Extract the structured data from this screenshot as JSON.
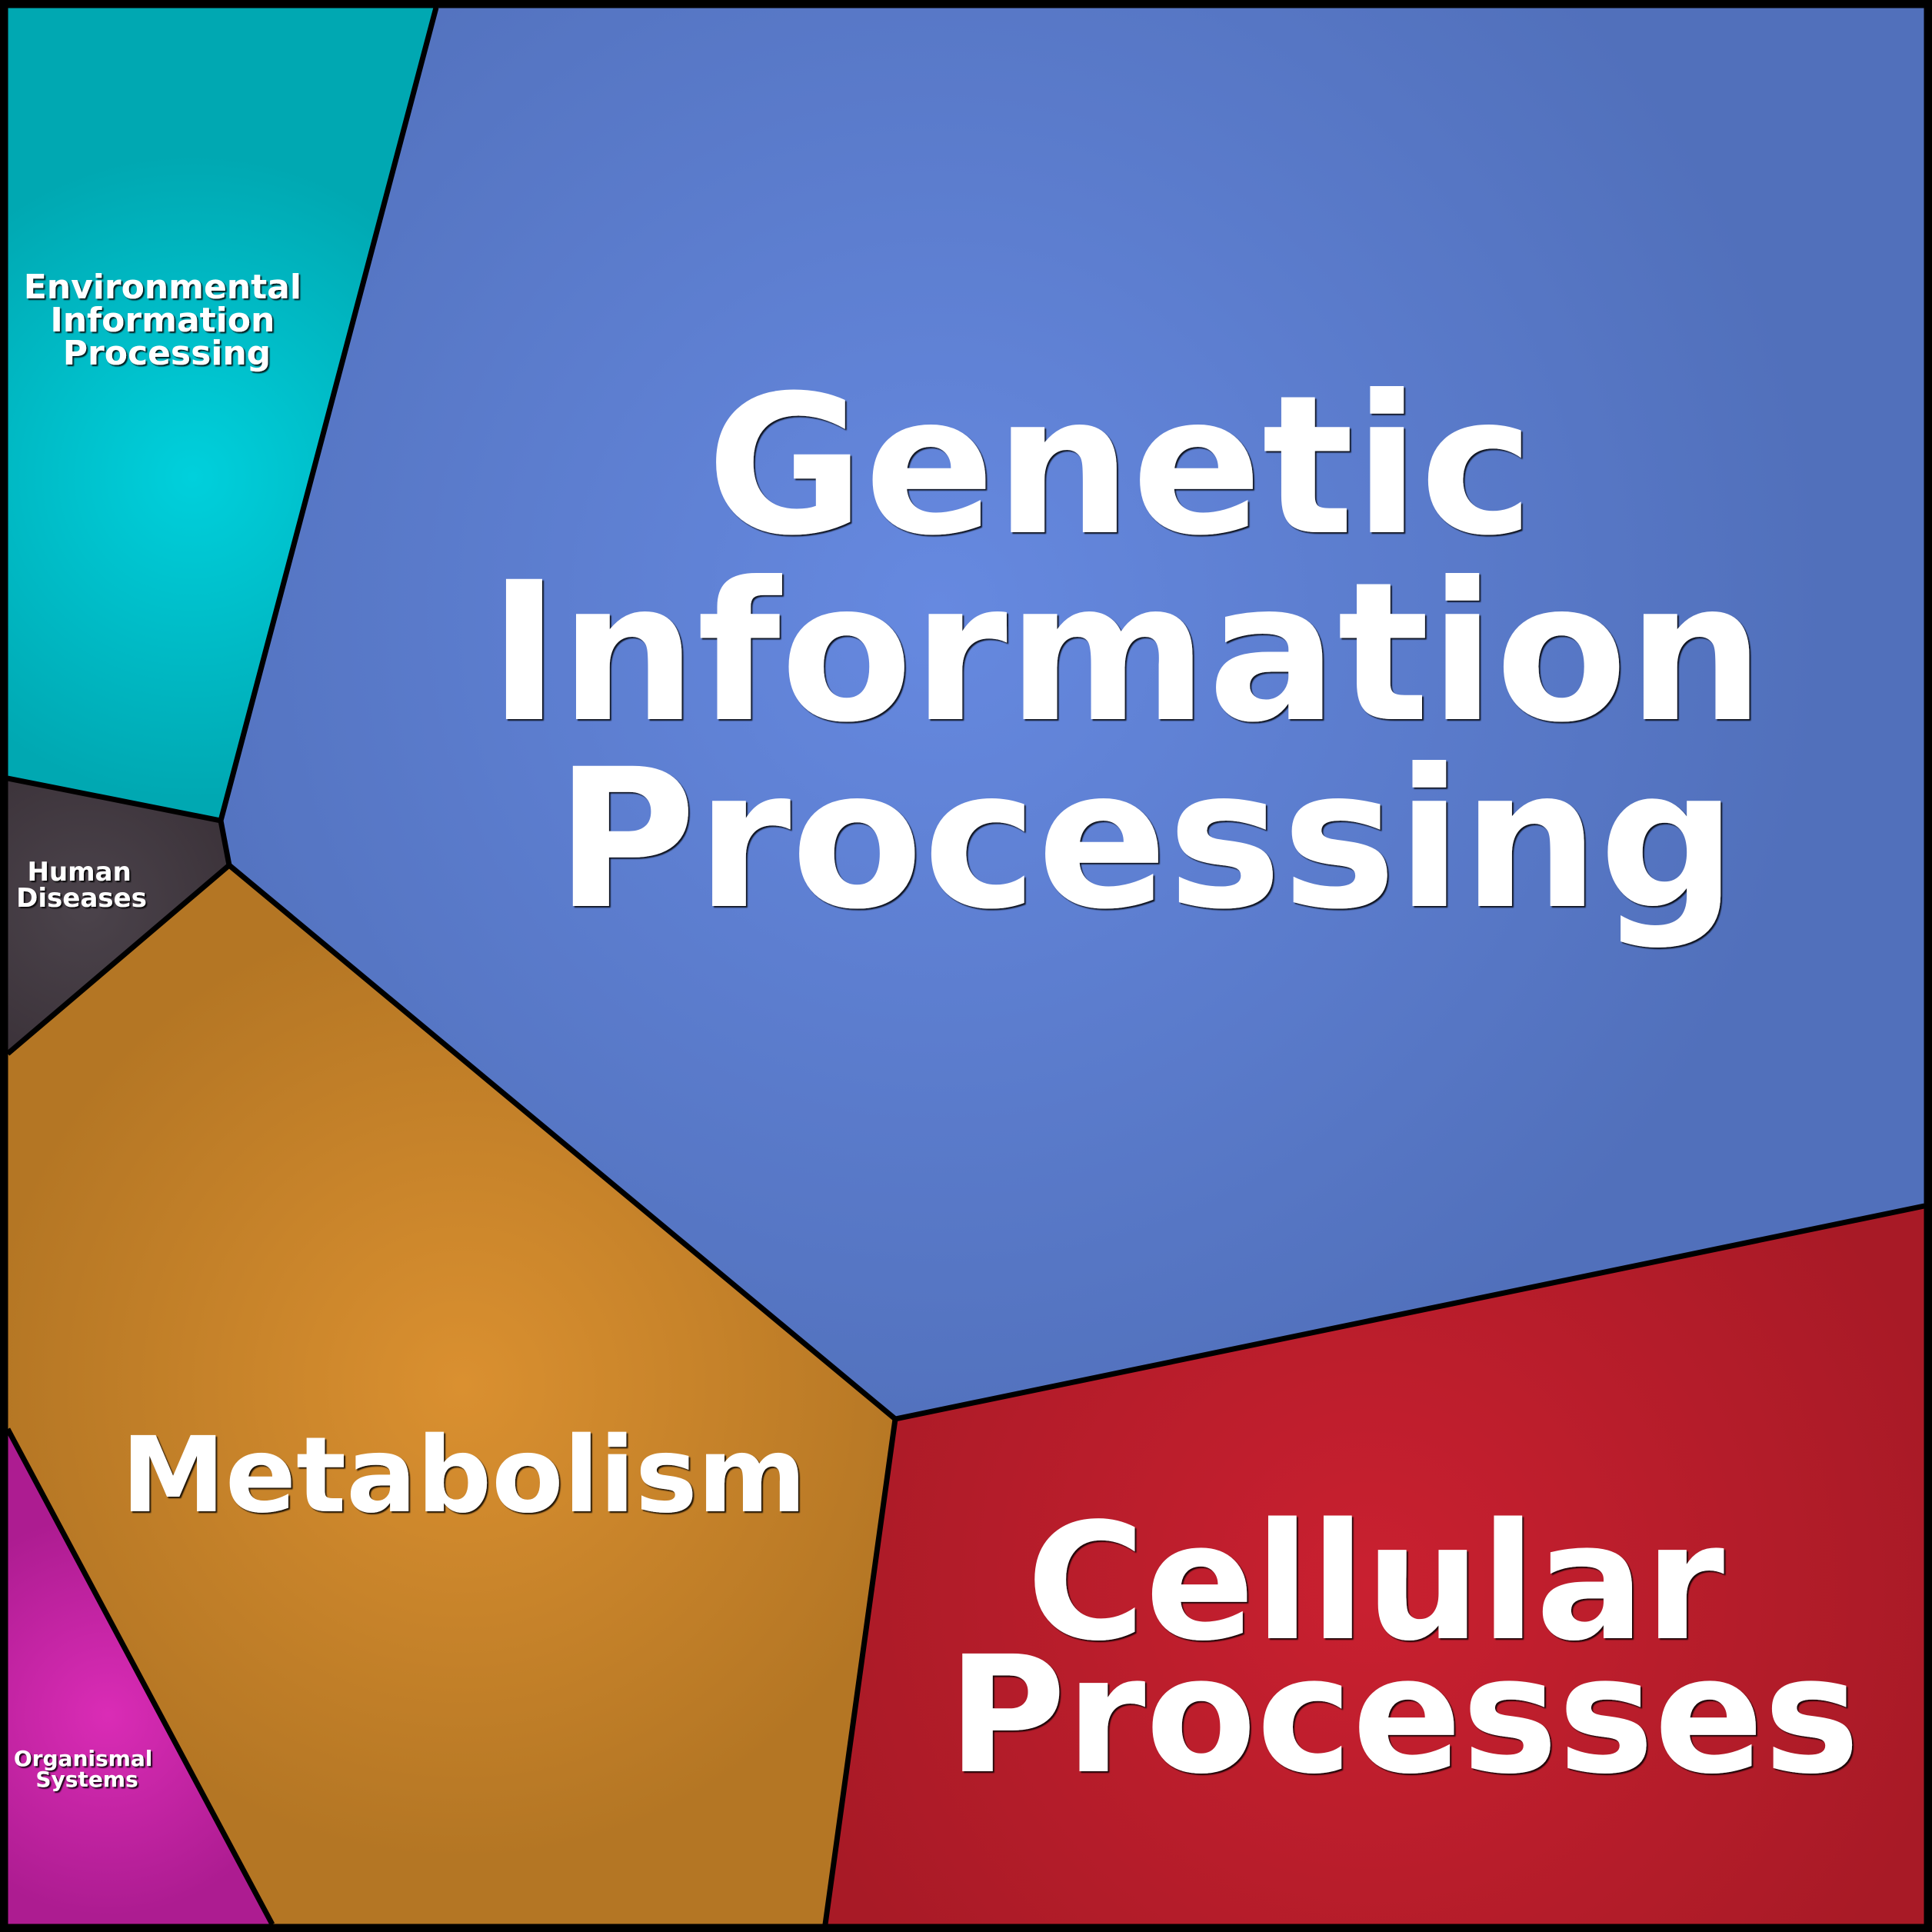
{
  "diagram": {
    "type": "voronoi-treemap",
    "border_color": "#000000",
    "label_color": "#ffffff",
    "cells": [
      {
        "id": "genetic",
        "label_lines": [
          "Genetic",
          "Information",
          "Processing"
        ],
        "color_center": "#6689e0",
        "color_edge": "#5170bb"
      },
      {
        "id": "environmental",
        "label_lines": [
          "Environmental",
          "Information",
          "Processing"
        ],
        "color_center": "#00d0dc",
        "color_edge": "#00a8b2"
      },
      {
        "id": "human",
        "label_lines": [
          "Human",
          "Diseases"
        ],
        "color_center": "#4b434b",
        "color_edge": "#3b3239"
      },
      {
        "id": "metabolism",
        "label_lines": [
          "Metabolism"
        ],
        "color_center": "#da9030",
        "color_edge": "#b47624"
      },
      {
        "id": "organismal",
        "label_lines": [
          "Organismal",
          "Systems"
        ],
        "color_center": "#da2cb6",
        "color_edge": "#ad1c91"
      },
      {
        "id": "cellular",
        "label_lines": [
          "Cellular",
          "Processes"
        ],
        "color_center": "#c92030",
        "color_edge": "#a81a26"
      }
    ]
  }
}
